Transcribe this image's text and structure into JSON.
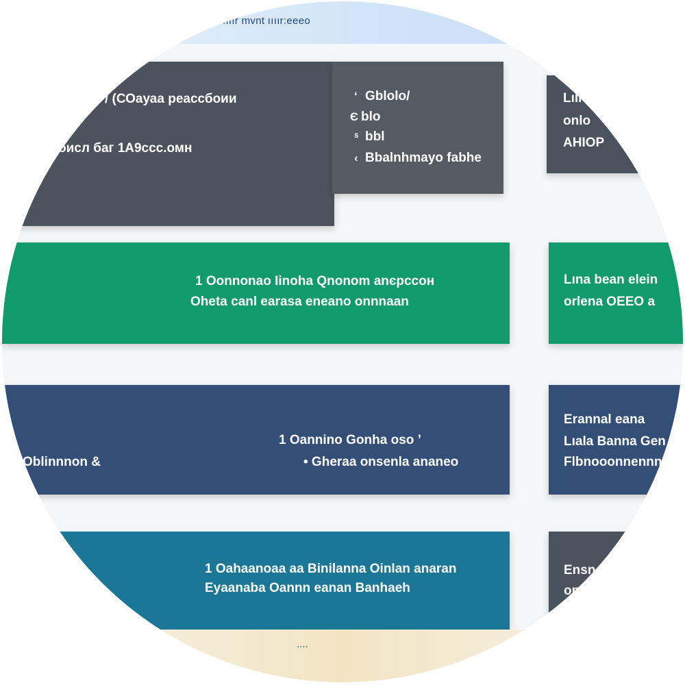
{
  "header": {
    "title": "ıııır mvnt ıııır:eeeo"
  },
  "panels": {
    "top_left": {
      "line1": "/ (СОауаа реассбоии",
      "line2": "оисл баг 1А9ссс.омн"
    },
    "top_list": {
      "items": [
        {
          "bullet": "‘",
          "label": "Gblolo/"
        },
        {
          "bullet": "Є",
          "label": "blo"
        },
        {
          "bullet": "ˢ",
          "label": "bbl"
        },
        {
          "bullet": "‹",
          "label": "Bbalnhmayo fabhe"
        }
      ]
    },
    "top_right": {
      "line1": "Lılı",
      "line2": "onlo",
      "line3": "AHIOP"
    },
    "green_main": {
      "line1": "1 Oonnonao Iinoha Qnonom anєрссон",
      "line2": "Oheta canl earasa eneano onnnaan"
    },
    "green_side": {
      "line1": "Lına bean elein",
      "line2": "orlena OEEO a"
    },
    "navy_main": {
      "left_label": "Oblinnnon &",
      "line1": "1 Oannino Gonha oso ’",
      "line2": "• Gheraa onsenla ananeo"
    },
    "navy_side": {
      "line1": "Erannal eana",
      "line2": "Lıala Banna Gen",
      "line3": "Flbnooonnennn"
    },
    "teal_main": {
      "line1": "1 Oahaanoaa aa Binilanna Oinlan anaran",
      "line2": "Eyaanaba Oannn eanan Banhaeh"
    },
    "teal_side": {
      "line1": "Ensn",
      "line2": "onen"
    }
  },
  "footer": {
    "text": "...."
  },
  "colors": {
    "dark": "#4d535c",
    "green": "#119a6c",
    "navy": "#344f77",
    "teal": "#1b7795"
  }
}
